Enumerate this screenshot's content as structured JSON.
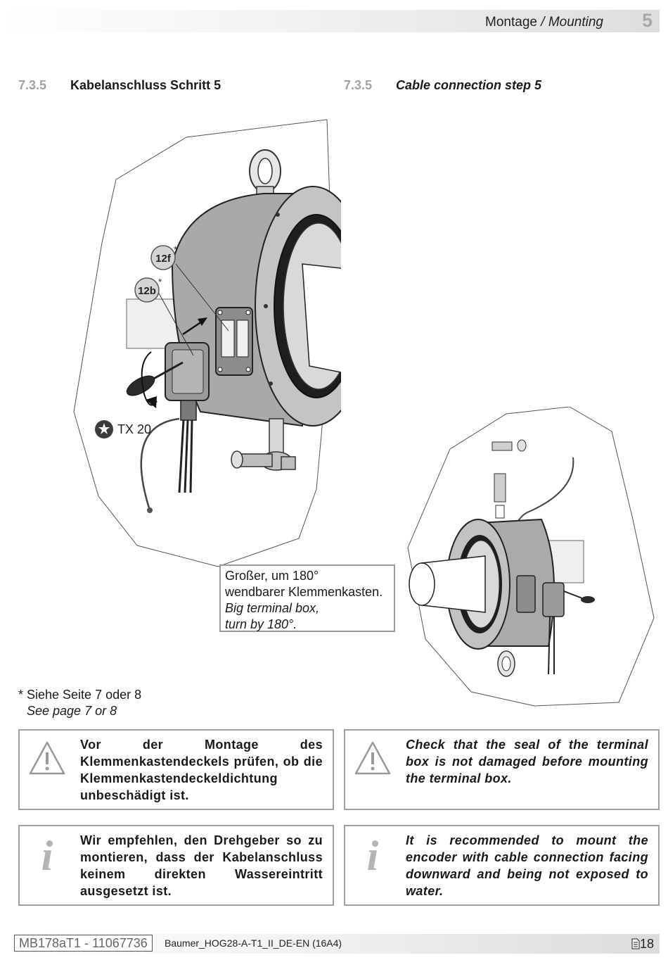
{
  "header": {
    "title_de": "Montage",
    "separator": " / ",
    "title_en": "Mounting",
    "chapter": "5"
  },
  "section": {
    "number_de": "7.3.5",
    "title_de": "Kabelanschluss Schritt 5",
    "number_en": "7.3.5",
    "title_en": "Cable connection step 5"
  },
  "figure": {
    "callout_12f": "12f",
    "callout_12b": "12b",
    "asterisk": "*",
    "tool_label": "TX 20"
  },
  "caption": {
    "line1_de": "Großer, um 180°",
    "line2_de": "wendbarer Klemmenkasten.",
    "line1_en": "Big terminal box,",
    "line2_en": "turn by 180°."
  },
  "footnote": {
    "de": "* Siehe Seite 7 oder 8",
    "en": "See page 7 or 8"
  },
  "warning": {
    "de": "Vor der Montage des Klemmenkastendeckels prüfen, ob die Klemmenkastendeckeldichtung unbeschädigt ist.",
    "en": "Check that the seal of the terminal box is not damaged before mounting the terminal box."
  },
  "info": {
    "icon_glyph": "i",
    "de": "Wir empfehlen, den Drehgeber so zu montieren, dass der Kabelanschluss keinem direkten Wassereintritt ausgesetzt ist.",
    "en": "It is recommended to mount the encoder with cable connection facing downward and being not exposed to water."
  },
  "footer": {
    "doc_id": "MB178aT1 - 11067736",
    "doc_name": "Baumer_HOG28-A-T1_II_DE-EN (16A4)",
    "page": "18"
  }
}
